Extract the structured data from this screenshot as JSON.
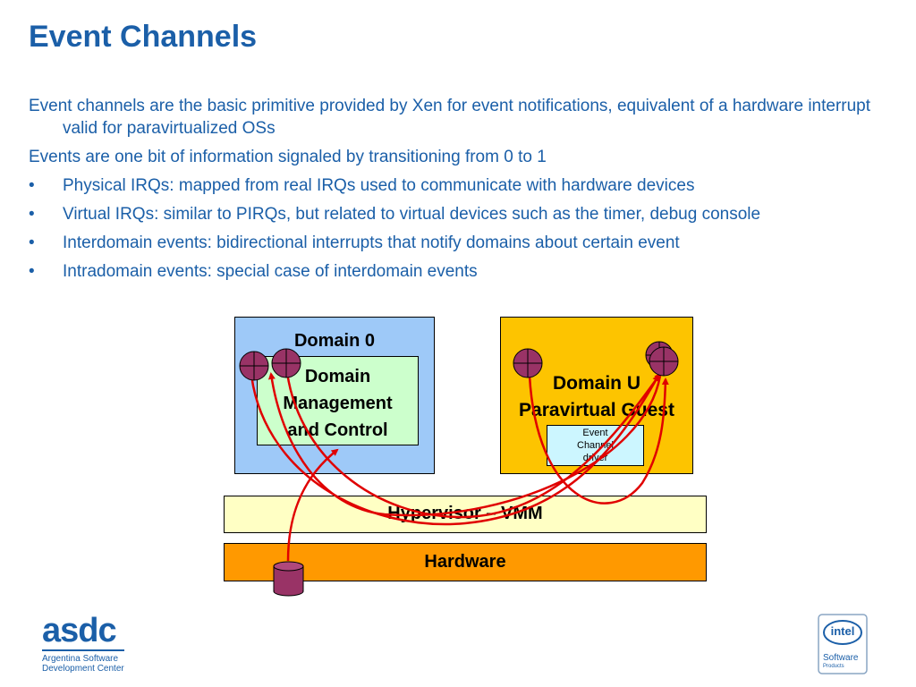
{
  "title": "Event Channels",
  "paragraphs": [
    "Event channels are the basic primitive provided by Xen for event notifications, equivalent of a hardware interrupt valid for paravirtualized OSs",
    "Events are one bit of information signaled by transitioning from 0 to 1"
  ],
  "bullet_symbol": "•",
  "bullets": [
    "Physical IRQs: mapped from real IRQs used to communicate with hardware devices",
    "Virtual IRQs: similar to PIRQs, but related to virtual devices such as the timer, debug console",
    "Interdomain events: bidirectional interrupts that notify domains about certain event",
    "Intradomain events: special case of interdomain events"
  ],
  "diagram": {
    "domain0_label": "Domain 0",
    "mgmt_line1": "Domain",
    "mgmt_line2": "Management",
    "mgmt_line3": "and Control",
    "domainu_line1": "Domain U",
    "domainu_line2": "Paravirtual Guest",
    "ecd_line1": "Event",
    "ecd_line2": "Channel",
    "ecd_line3": "driver",
    "hypervisor_label": "Hypervisor – VMM",
    "hardware_label": "Hardware",
    "colors": {
      "domain0": "#9ec9f8",
      "domainu": "#fdc400",
      "mgmt": "#ccffcc",
      "driver": "#ccf6ff",
      "hypervisor": "#ffffc4",
      "hardware": "#ff9900",
      "port": "#993366",
      "arrow": "#e00000"
    }
  },
  "footer": {
    "asdc_word": "asdc",
    "asdc_line1": "Argentina Software",
    "asdc_line2": "Development Center",
    "intel_word": "intel",
    "intel_line1": "Software",
    "intel_line2": "Products"
  }
}
